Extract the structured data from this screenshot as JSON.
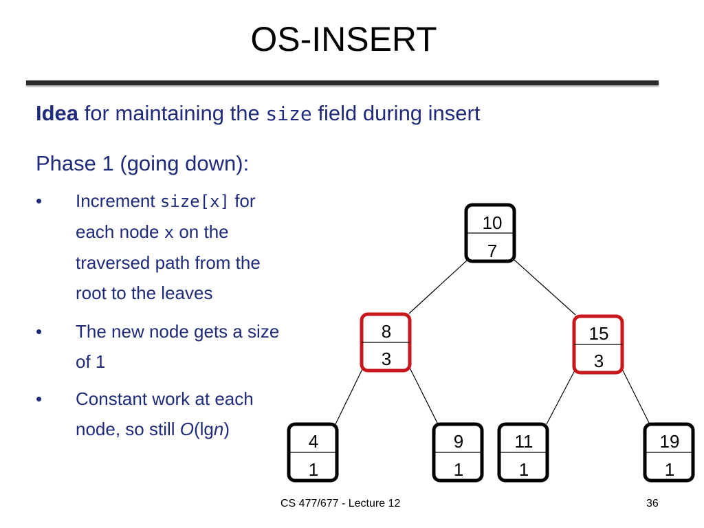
{
  "title": "OS-INSERT",
  "idea": {
    "bold": "Idea",
    "part1": "for maintaining the",
    "code": "size",
    "part2": "field during insert"
  },
  "phase": "Phase 1 (going down):",
  "bullets": {
    "b1": {
      "dot": "•",
      "line1_pre": "Increment ",
      "line1_code": "size[x]",
      "line1_post": " for",
      "line2_pre": "each node ",
      "line2_code": "x",
      "line2_post": " on the",
      "line3": "traversed path from the",
      "line4": "root to the leaves"
    },
    "b2": {
      "dot": "•",
      "line1": "The new node gets a size",
      "line2": "of 1"
    },
    "b3": {
      "dot": "•",
      "line1": "Constant work at each",
      "line2_pre": "node, so still ",
      "line2_o": "O",
      "line2_paren_open": "(",
      "line2_lg": "lg",
      "line2_n": "n",
      "line2_paren_close": ")"
    }
  },
  "tree": {
    "n10": {
      "key": "10",
      "size": "7"
    },
    "n8": {
      "key": "8",
      "size": "3"
    },
    "n15": {
      "key": "15",
      "size": "3"
    },
    "n4": {
      "key": "4",
      "size": "1"
    },
    "n9": {
      "key": "9",
      "size": "1"
    },
    "n11": {
      "key": "11",
      "size": "1"
    },
    "n19": {
      "key": "19",
      "size": "1"
    }
  },
  "colors": {
    "text": "#1f2a7a",
    "highlight": "#c8161d",
    "node": "#000000"
  },
  "footer": {
    "course": "CS 477/677 - Lecture 12",
    "page": "36"
  }
}
